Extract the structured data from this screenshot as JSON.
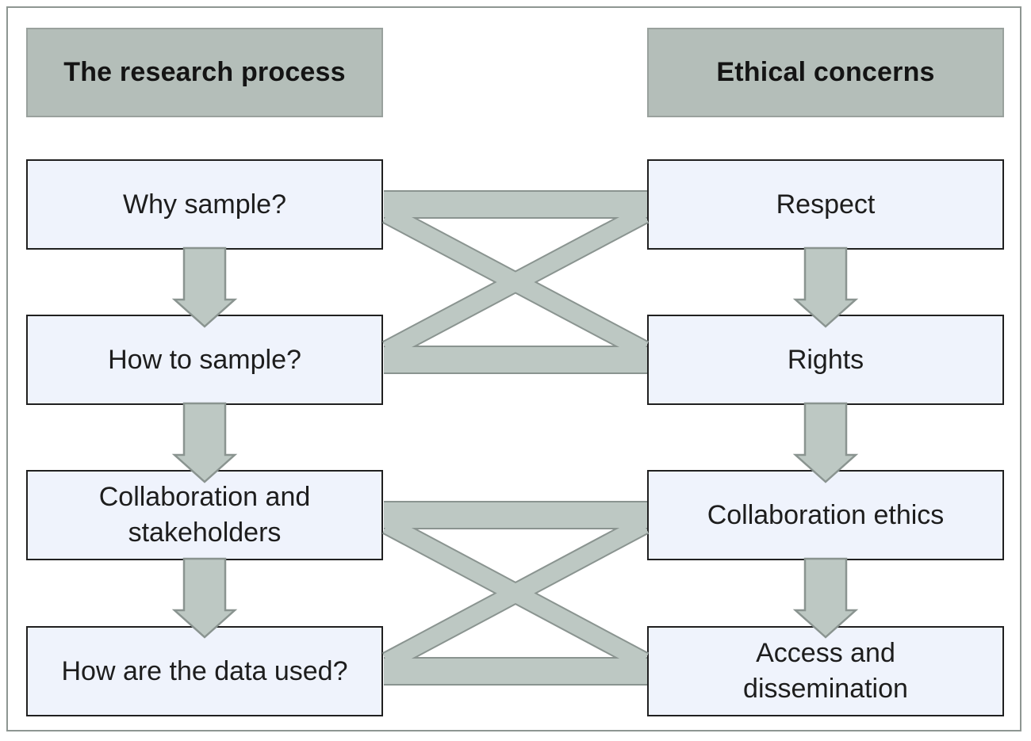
{
  "columns": {
    "left": {
      "header": "The research process",
      "boxes": [
        "Why sample?",
        "How to sample?",
        "Collaboration and\nstakeholders",
        "How are the data used?"
      ]
    },
    "right": {
      "header": "Ethical concerns",
      "boxes": [
        "Respect",
        "Rights",
        "Collaboration ethics",
        "Access and\ndissemination"
      ]
    }
  },
  "connections": {
    "vertical_arrows": [
      {
        "column": "left",
        "from": "Why sample?",
        "to": "How to sample?"
      },
      {
        "column": "left",
        "from": "How to sample?",
        "to": "Collaboration and stakeholders"
      },
      {
        "column": "left",
        "from": "Collaboration and stakeholders",
        "to": "How are the data used?"
      },
      {
        "column": "right",
        "from": "Respect",
        "to": "Rights"
      },
      {
        "column": "right",
        "from": "Rights",
        "to": "Collaboration ethics"
      },
      {
        "column": "right",
        "from": "Collaboration ethics",
        "to": "Access and dissemination"
      }
    ],
    "cross_links": [
      {
        "type": "full-mesh-cross",
        "left_rows": [
          "Why sample?",
          "How to sample?"
        ],
        "right_rows": [
          "Respect",
          "Rights"
        ]
      },
      {
        "type": "full-mesh-cross",
        "left_rows": [
          "Collaboration and stakeholders",
          "How are the data used?"
        ],
        "right_rows": [
          "Collaboration ethics",
          "Access and dissemination"
        ]
      }
    ]
  },
  "colors": {
    "background": "#ffffff",
    "frame_border": "#8e9692",
    "header_fill": "#b4beb9",
    "header_border": "#99a19d",
    "box_fill": "#eff3fc",
    "box_border": "#202020",
    "connector_fill": "#bdc8c3",
    "connector_stroke": "#8a9490",
    "text": "#1d1d1d"
  }
}
